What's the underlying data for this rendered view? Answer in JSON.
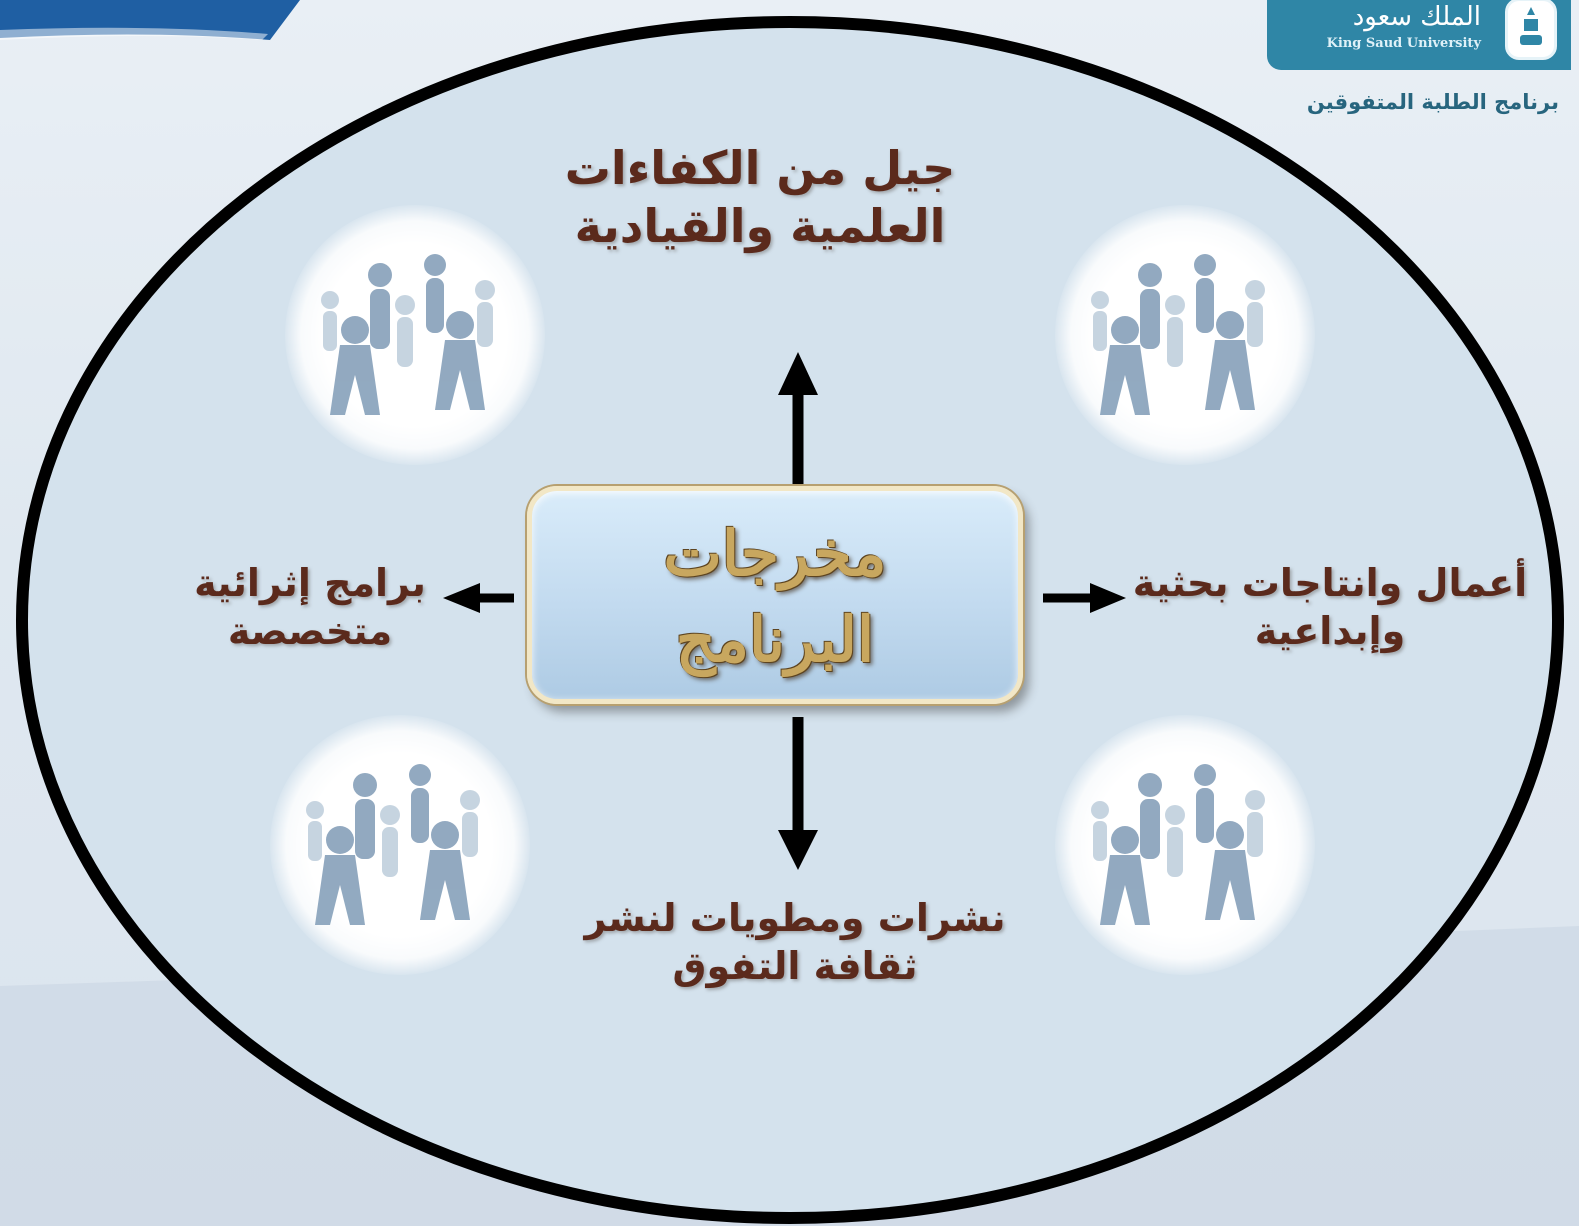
{
  "logo": {
    "arabic": "الملك سعود",
    "english": "King Saud University",
    "program": "برنامج الطلبة المتفوقين"
  },
  "center": {
    "line1": "مخرجات",
    "line2": "البرنامج"
  },
  "outcomes": {
    "top": {
      "line1": "جيل من الكفاءات",
      "line2": "العلمية والقيادية"
    },
    "left": {
      "line1": "برامج إثرائية",
      "line2": "متخصصة"
    },
    "right": {
      "line1": "أعمال وانتاجات بحثية",
      "line2": "وإبداعية"
    },
    "bottom": {
      "line1": "نشرات ومطويات لنشر",
      "line2": "ثقافة التفوق"
    }
  },
  "colors": {
    "ring_fill": "#d4e2ed",
    "ring_stroke": "#000000",
    "outcome_text": "#5b2a1c",
    "center_text": "#c8a75f",
    "logo_bg": "#2f86a6",
    "people": "#7f9bb6"
  },
  "icons": [
    "people-group-icon",
    "university-seal-icon",
    "arrow-up-icon",
    "arrow-down-icon",
    "arrow-left-icon",
    "arrow-right-icon"
  ]
}
